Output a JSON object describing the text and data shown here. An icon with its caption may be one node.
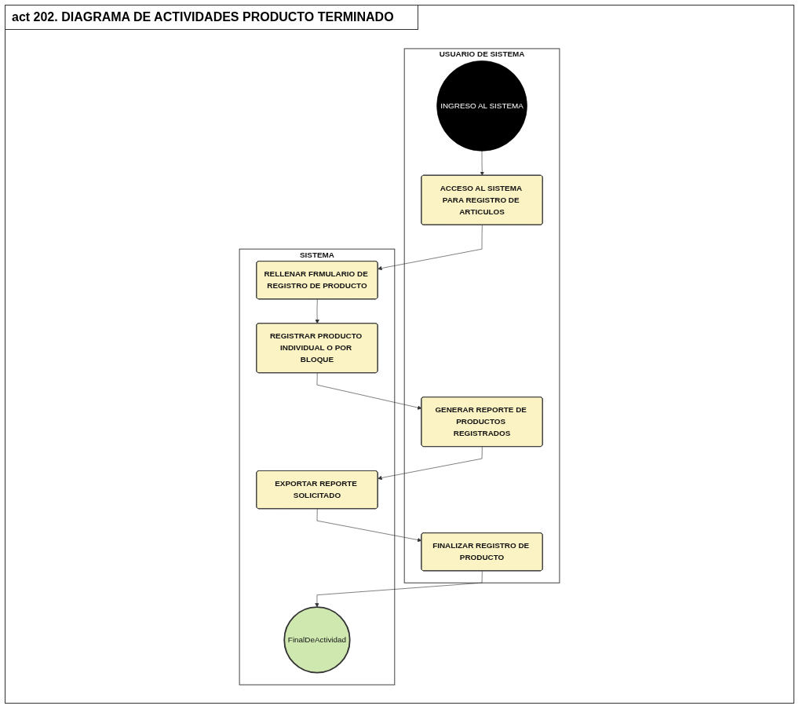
{
  "diagram": {
    "title": "act 202. DIAGRAMA DE ACTIVIDADES PRODUCTO TERMINADO",
    "nodes": [
      {
        "text": [
          "USUARIO DE SISTEMA"
        ]
      },
      {
        "text": [
          "SISTEMA"
        ]
      },
      {
        "text": [
          "INGRESO AL SISTEMA"
        ],
        "in": 0
      },
      {
        "text": [
          "ACCESO AL SISTEMA PARA REGISTRO DE ARTICULOS"
        ],
        "in": 0
      },
      {
        "text": [
          "RELLENAR FRMULARIO DE REGISTRO DE PRODUCTO"
        ],
        "in": 1
      },
      {
        "text": [
          "REGISTRAR PRODUCTO INDIVIDUAL O POR BLOQUE"
        ],
        "in": 1
      },
      {
        "text": [
          "GENERAR REPORTE DE PRODUCTOS REGISTRADOS"
        ],
        "in": 0
      },
      {
        "text": [
          "EXPORTAR REPORTE SOLICITADO"
        ],
        "in": 1
      },
      {
        "text": [
          "FINALIZAR REGISTRO DE PRODUCTO"
        ],
        "in": 0
      },
      {
        "text": [
          "FinalDeActividad"
        ],
        "in": 1
      }
    ],
    "edges": [
      {
        "from": 2,
        "to": 3,
        "arrow": "to"
      },
      {
        "from": 3,
        "to": 4,
        "arrow": "to"
      },
      {
        "from": 4,
        "to": 5,
        "arrow": "to"
      },
      {
        "from": 5,
        "to": 6,
        "arrow": "to"
      },
      {
        "from": 6,
        "to": 7,
        "arrow": "to"
      },
      {
        "from": 7,
        "to": 8,
        "arrow": "to"
      },
      {
        "from": 8,
        "to": 9,
        "arrow": "to"
      }
    ]
  }
}
